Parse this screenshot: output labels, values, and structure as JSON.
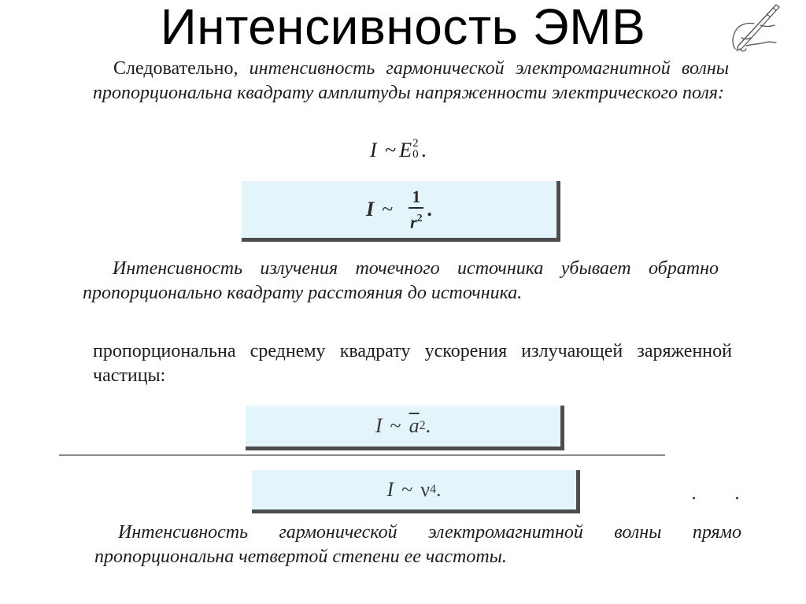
{
  "slide": {
    "title": "Интенсивность ЭМВ",
    "decorative_icon": "pen-hand-icon"
  },
  "paragraph1": {
    "lead": "Следовательно, ",
    "italic": "интенсивность гармонической электромагнитной волны пропорциональна квадрату амплитуды напряженности электрического поля:"
  },
  "formula_e0": {
    "lhs": "I",
    "rel": "~",
    "base": "E",
    "sup": "2",
    "sub": "0",
    "end": "."
  },
  "box1": {
    "lhs": "I",
    "rel": "~",
    "numerator": "1",
    "den_base": "r",
    "den_sup": "2",
    "end": "."
  },
  "paragraph2": {
    "text": "Интенсивность излучения точечного источника убывает обратно пропорционально квадрату расстояния до источника."
  },
  "paragraph3": {
    "text": "пропорциональна среднему квадрату ускорения излучающей заряженной частицы:"
  },
  "box2": {
    "lhs": "I",
    "rel": "~",
    "base": "a",
    "sup": "2",
    "end": "."
  },
  "box3": {
    "lhs": "I",
    "rel": "~",
    "base": "ν",
    "sup": "4",
    "end": "."
  },
  "paragraph4": {
    "text": "Интенсивность гармонической электромагнитной волны прямо пропорциональна четвертой степени ее частоты."
  },
  "colors": {
    "box_background": "#e3f4fb",
    "box_shadow": "#4d4d4d",
    "divider": "#8a8a8a"
  }
}
